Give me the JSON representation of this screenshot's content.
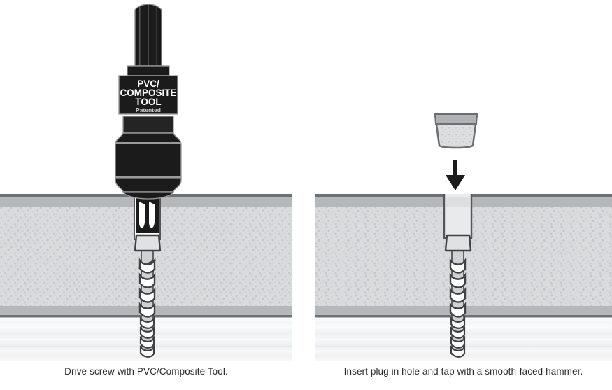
{
  "document": {
    "title": "PVC/Composite deck fastening instructions",
    "background_color": "#ffffff"
  },
  "palette": {
    "tool_black": "#1b1b1b",
    "tool_black_light": "#2a2a2a",
    "tool_outline": "#9a9a9a",
    "deck_band": "#b5b8ba",
    "deck_band_dark": "#6e7173",
    "deck_body": "#d8dadc",
    "deck_speckle": "#c3c6c8",
    "joist_light": "#f2f3f4",
    "joist_line": "#e2e4e6",
    "plug_body": "#dcdedf",
    "plug_cap": "#b0b3b5",
    "metal_outline": "#53575a",
    "screw_gray": "#cfd2d4",
    "arrow_color": "#1b1b1b",
    "caption_color": "#2b2b2b"
  },
  "panels": [
    {
      "id": "left",
      "name": "drive-screw-step",
      "caption": "Drive screw with PVC/Composite Tool.",
      "tool": {
        "name": "pvc-composite-tool",
        "label_lines": [
          "PVC/",
          "COMPOSITE",
          "TOOL"
        ],
        "sublabel": "Patented",
        "label_color": "#ffffff",
        "sublabel_color": "#c9ccce",
        "parts": [
          "hex-shank",
          "collar",
          "label-sleeve",
          "mid-sleeve",
          "chuck-barrel",
          "chuck-nose"
        ]
      },
      "screw": {
        "name": "deck-screw",
        "head_type": "counterbore-collar",
        "thread_zones": [
          "coarse-upper",
          "fine-lower"
        ]
      },
      "substrate": {
        "top_edge": true,
        "board_label": "composite-deck-board",
        "joist_label": "wood-joist"
      }
    },
    {
      "id": "right",
      "name": "insert-plug-step",
      "caption": "Insert plug in hole and tap with a smooth-faced hammer.",
      "plug": {
        "name": "composite-plug",
        "shape": "tapered-trapezoid",
        "cap_band": true
      },
      "arrow": {
        "name": "down-arrow",
        "direction": "down"
      },
      "screw": {
        "name": "deck-screw",
        "head_type": "counterbore-collar",
        "thread_zones": [
          "coarse-upper",
          "fine-lower"
        ]
      },
      "substrate": {
        "top_edge": true,
        "board_label": "composite-deck-board",
        "joist_label": "wood-joist",
        "hole_label": "counterbore-hole"
      }
    }
  ]
}
